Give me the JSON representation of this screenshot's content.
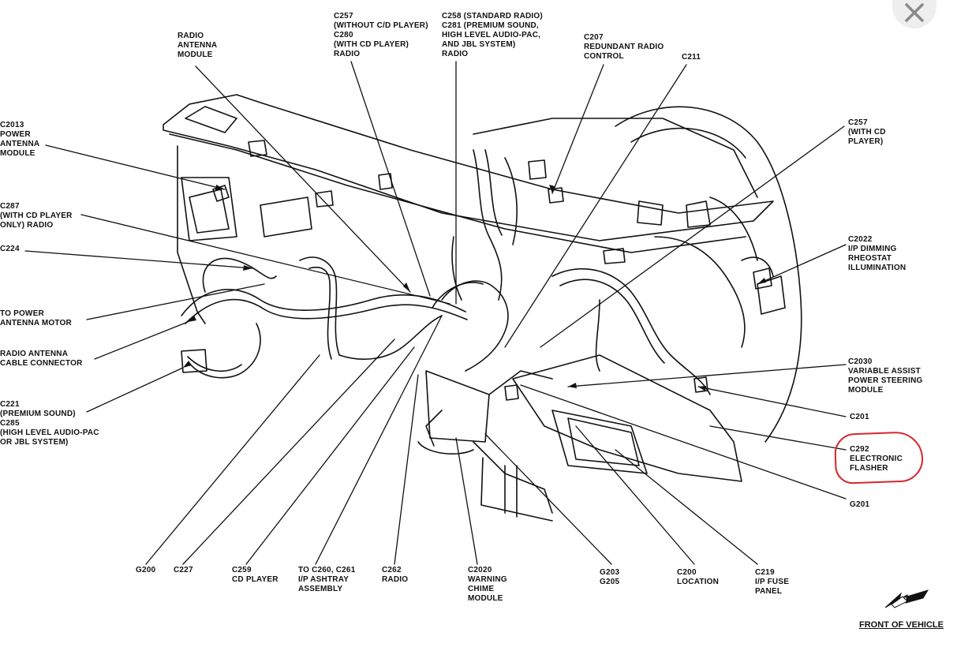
{
  "close_button": {
    "icon": "close-icon"
  },
  "labels": {
    "radio_antenna_module": "RADIO\nANTENNA\nMODULE",
    "c257_c280": "C257\n(WITHOUT C/D PLAYER)\nC280\n(WITH CD PLAYER)\nRADIO",
    "c258_c281": "C258 (STANDARD RADIO)\nC281 (PREMIUM SOUND,\nHIGH LEVEL AUDIO-PAC,\nAND JBL SYSTEM)\nRADIO",
    "c207": "C207\nREDUNDANT RADIO\nCONTROL",
    "c211": "C211",
    "c2013": "C2013\nPOWER\nANTENNA\nMODULE",
    "c257_cd": "C257\n(WITH CD\nPLAYER)",
    "c287": "C287\n(WITH CD PLAYER\nONLY) RADIO",
    "c224": "C224",
    "c2022": "C2022\nI/P DIMMING\nRHEOSTAT\nILLUMINATION",
    "to_power_antenna_motor": "TO POWER\nANTENNA MOTOR",
    "radio_antenna_cable": "RADIO ANTENNA\nCABLE CONNECTOR",
    "c2030": "C2030\nVARIABLE ASSIST\nPOWER STEERING\nMODULE",
    "c221_c285": "C221\n(PREMIUM SOUND)\nC285\n(HIGH LEVEL AUDIO-PAC\nOR JBL SYSTEM)",
    "c201": "C201",
    "c292": "C292\nELECTRONIC\nFLASHER",
    "g201": "G201",
    "g200": "G200",
    "c227": "C227",
    "c259": "C259\nCD PLAYER",
    "to_c260_c261": "TO C260, C261\nI/P ASHTRAY\nASSEMBLY",
    "c262": "C262\nRADIO",
    "c2020": "C2020\nWARNING\nCHIME\nMODULE",
    "g203_g205": "G203\nG205",
    "c200": "C200\nLOCATION",
    "c219": "C219\nI/P FUSE\nPANEL"
  },
  "front_of_vehicle": "FRONT OF VEHICLE",
  "colors": {
    "annotation": "#d8262c",
    "ink": "#111111",
    "close_bg": "#eeeeee",
    "close_icon": "#8a8a8a"
  }
}
